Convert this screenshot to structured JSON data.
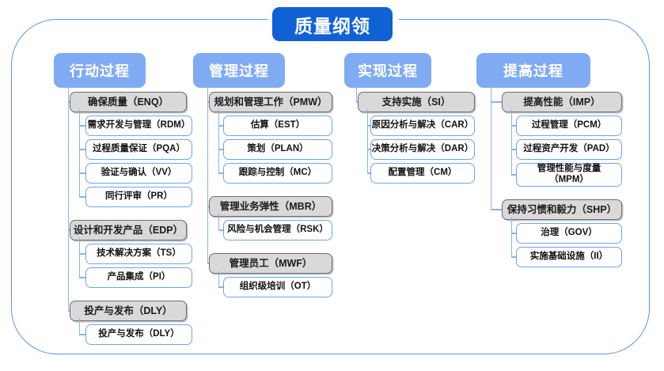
{
  "root": {
    "title": "质量纲领"
  },
  "colors": {
    "root_bg": "#1062d4",
    "column_header_bg": "#7fabf2",
    "group_bg": "#d9d9d9",
    "group_border": "#6e6e6e",
    "leaf_border": "#6fa3f0",
    "frame_border": "#5b93e8",
    "connector": "#86b4f0"
  },
  "columns": [
    {
      "header": "行动过程",
      "groups": [
        {
          "label": "确保质量（ENQ）",
          "children": [
            "需求开发与管理（RDM）",
            "过程质量保证（PQA）",
            "验证与确认（VV）",
            "同行评审（PR）"
          ]
        },
        {
          "label": "设计和开发产品（EDP）",
          "children": [
            "技术解决方案（TS）",
            "产品集成（PI）"
          ]
        },
        {
          "label": "投产与发布（DLY）",
          "children": [
            "投产与发布（DLY）"
          ]
        }
      ]
    },
    {
      "header": "管理过程",
      "groups": [
        {
          "label": "规划和管理工作（PMW）",
          "children": [
            "估算（EST）",
            "策划（PLAN）",
            "跟踪与控制（MC）"
          ]
        },
        {
          "label": "管理业务弹性（MBR）",
          "children": [
            "风险与机会管理（RSK）"
          ]
        },
        {
          "label": "管理员工（MWF）",
          "children": [
            "组织级培训（OT）"
          ]
        }
      ]
    },
    {
      "header": "实现过程",
      "groups": [
        {
          "label": "支持实施（SI）",
          "children": [
            "原因分析与解决（CAR）",
            "决策分析与解决（DAR）",
            "配置管理（CM）"
          ]
        }
      ]
    },
    {
      "header": "提高过程",
      "groups": [
        {
          "label": "提高性能（IMP）",
          "children": [
            "过程管理（PCM）",
            "过程资产开发（PAD）",
            "管理性能与度量\n（MPM）"
          ]
        },
        {
          "label": "保持习惯和毅力（SHP）",
          "children": [
            "治理（GOV）",
            "实施基础设施（II）"
          ]
        }
      ]
    }
  ]
}
